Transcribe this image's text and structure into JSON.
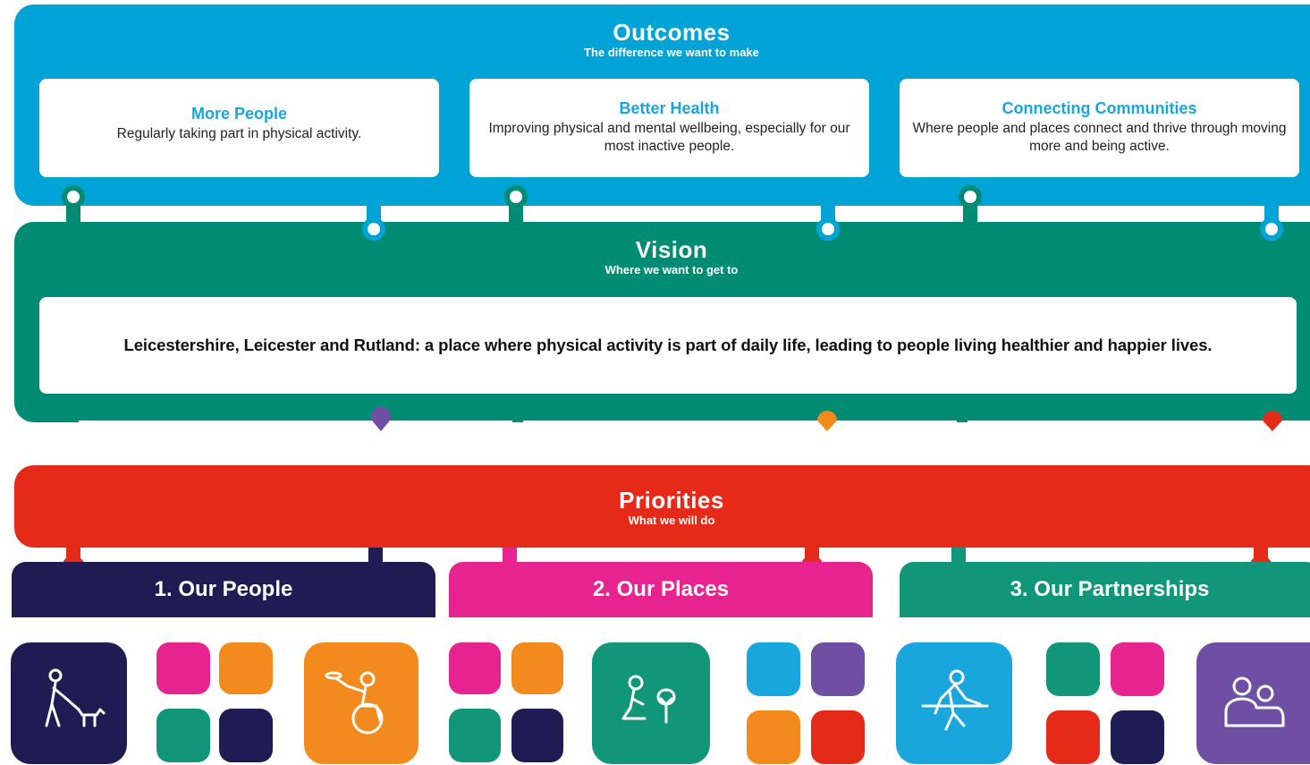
{
  "outcomes": {
    "title": "Outcomes",
    "subtitle": "The difference we want to make",
    "cards": [
      {
        "title": "More People",
        "text": "Regularly taking part in physical activity."
      },
      {
        "title": "Better Health",
        "text": "Improving physical and mental wellbeing, especially for our most inactive people."
      },
      {
        "title": "Connecting Communities",
        "text": "Where people and places connect and thrive through moving more and being active."
      }
    ]
  },
  "vision": {
    "title": "Vision",
    "subtitle": "Where we want to get to",
    "statement": "Leicestershire, Leicester and Rutland: a place where physical activity is part of daily life, leading to people living healthier and happier lives."
  },
  "priorities": {
    "title": "Priorities",
    "subtitle": "What we will do",
    "tabs": [
      {
        "label": "1. Our People"
      },
      {
        "label": "2. Our Places"
      },
      {
        "label": "3. Our Partnerships"
      }
    ]
  },
  "icons": {
    "walking_dog": "person-walking-dog-icon",
    "wheelchair": "wheelchair-user-throwing-icon",
    "nature": "person-kneeling-tree-icon",
    "stretching": "person-stretching-icon",
    "support": "two-people-support-icon"
  },
  "colors": {
    "outcomes": "#00a3d6",
    "vision": "#008c73",
    "priorities": "#e62a1a",
    "navy": "#1e1c52",
    "pink": "#e6238f",
    "orange": "#f28a1e",
    "teal": "#11967a",
    "purple": "#6f4fa3",
    "cyan": "#18a6dc"
  }
}
